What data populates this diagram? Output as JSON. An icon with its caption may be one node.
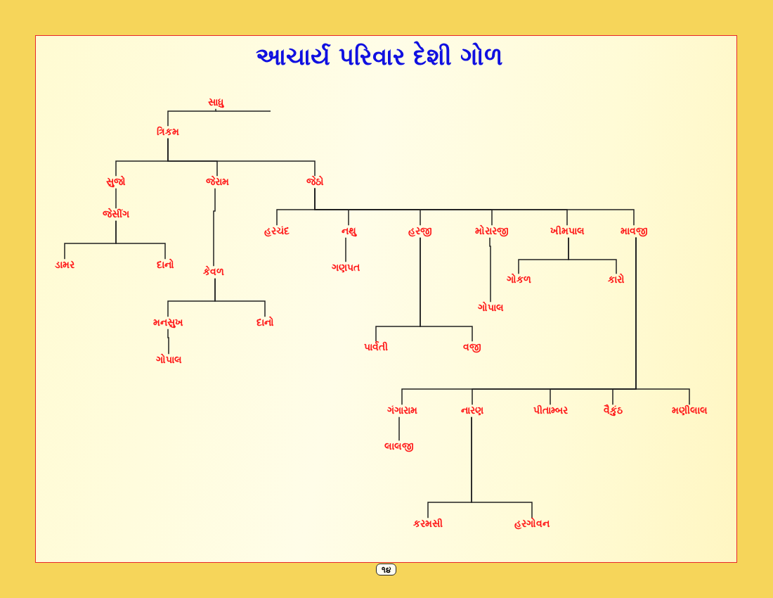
{
  "diagram": {
    "title": "આચાર્ય પરિવાર દેશી ગોળ",
    "nodes": [
      {
        "text": [
          "સાધુ"
        ]
      },
      {
        "text": [
          "ત્રિકમ"
        ]
      },
      {
        "text": [
          "સુજો"
        ]
      },
      {
        "text": [
          "જેરામ"
        ]
      },
      {
        "text": [
          "જેઠો"
        ]
      },
      {
        "text": [
          "જેસીંગ"
        ]
      },
      {
        "text": [
          "ડામર"
        ]
      },
      {
        "text": [
          "દાનો"
        ]
      },
      {
        "text": [
          "કેવળ"
        ]
      },
      {
        "text": [
          "મનસુખ"
        ]
      },
      {
        "text": [
          "દાનો"
        ]
      },
      {
        "text": [
          "ગોપાલ"
        ]
      },
      {
        "text": [
          "હરચંદ"
        ]
      },
      {
        "text": [
          "નથુ"
        ]
      },
      {
        "text": [
          "હરજી"
        ]
      },
      {
        "text": [
          "મોરારજી"
        ]
      },
      {
        "text": [
          "ખીમપાલ"
        ]
      },
      {
        "text": [
          "માવજી"
        ]
      },
      {
        "text": [
          "ગણપત"
        ]
      },
      {
        "text": [
          "ગોકળ"
        ]
      },
      {
        "text": [
          "કારો"
        ]
      },
      {
        "text": [
          "ગોપાલ"
        ]
      },
      {
        "text": [
          "પાર્વતી"
        ]
      },
      {
        "text": [
          "વજી"
        ]
      },
      {
        "text": [
          "ગંગારામ"
        ]
      },
      {
        "text": [
          "નારણ"
        ]
      },
      {
        "text": [
          "પીતામ્બર"
        ]
      },
      {
        "text": [
          "વૈકુંઠ"
        ]
      },
      {
        "text": [
          "મણીલાલ"
        ]
      },
      {
        "text": [
          "લાલજી"
        ]
      },
      {
        "text": [
          "કરમસી"
        ]
      },
      {
        "text": [
          "હરગોવન"
        ]
      }
    ],
    "edges": [
      {
        "from": 0,
        "to": 1,
        "arrow": "none"
      },
      {
        "from": 1,
        "to": 2,
        "arrow": "none"
      },
      {
        "from": 1,
        "to": 3,
        "arrow": "none"
      },
      {
        "from": 1,
        "to": 4,
        "arrow": "none"
      },
      {
        "from": 2,
        "to": 5,
        "arrow": "none"
      },
      {
        "from": 5,
        "to": 6,
        "arrow": "none"
      },
      {
        "from": 5,
        "to": 7,
        "arrow": "none"
      },
      {
        "from": 3,
        "to": 8,
        "arrow": "none"
      },
      {
        "from": 8,
        "to": 9,
        "arrow": "none"
      },
      {
        "from": 8,
        "to": 10,
        "arrow": "none"
      },
      {
        "from": 9,
        "to": 11,
        "arrow": "none"
      },
      {
        "from": 4,
        "to": 12,
        "arrow": "none"
      },
      {
        "from": 4,
        "to": 13,
        "arrow": "none"
      },
      {
        "from": 4,
        "to": 14,
        "arrow": "none"
      },
      {
        "from": 4,
        "to": 15,
        "arrow": "none"
      },
      {
        "from": 4,
        "to": 16,
        "arrow": "none"
      },
      {
        "from": 4,
        "to": 17,
        "arrow": "none"
      },
      {
        "from": 13,
        "to": 18,
        "arrow": "none"
      },
      {
        "from": 16,
        "to": 19,
        "arrow": "none"
      },
      {
        "from": 16,
        "to": 20,
        "arrow": "none"
      },
      {
        "from": 15,
        "to": 21,
        "arrow": "none"
      },
      {
        "from": 14,
        "to": 22,
        "arrow": "none"
      },
      {
        "from": 14,
        "to": 23,
        "arrow": "none"
      },
      {
        "from": 17,
        "to": 24,
        "arrow": "none"
      },
      {
        "from": 17,
        "to": 25,
        "arrow": "none"
      },
      {
        "from": 17,
        "to": 26,
        "arrow": "none"
      },
      {
        "from": 17,
        "to": 27,
        "arrow": "none"
      },
      {
        "from": 17,
        "to": 28,
        "arrow": "none"
      },
      {
        "from": 24,
        "to": 29,
        "arrow": "none"
      },
      {
        "from": 25,
        "to": 30,
        "arrow": "none"
      },
      {
        "from": 25,
        "to": 31,
        "arrow": "none"
      }
    ],
    "labels": [
      "૧૪"
    ]
  }
}
